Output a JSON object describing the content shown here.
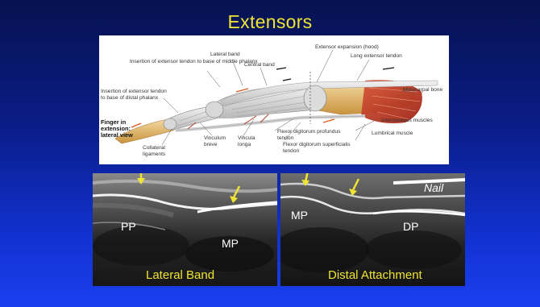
{
  "slide": {
    "title": "Extensors",
    "background_colors": [
      "#06124f",
      "#1a3ff0"
    ],
    "accent_color": "#f0e532"
  },
  "anatomy": {
    "side_title": "Finger in extension: lateral view",
    "labels": {
      "insertion_middle": "Insertion of extensor tendon to base of middle phalanx",
      "insertion_distal": "Insertion of extensor tendon to base of distal phalanx",
      "lateral_band": "Lateral band",
      "central_band": "Central band",
      "extensor_expansion": "Extensor expansion (hood)",
      "long_extensor": "Long extensor tendon",
      "metacarpal": "Metacarpal bone",
      "interosseous": "Interosseous muscles",
      "lumbrical": "Lumbrical muscle",
      "fdp": "Flexor digitorum profundus tendon",
      "fds": "Flexor digitorum superficialis tendon",
      "collateral": "Collateral ligaments",
      "vinculum_breve": "Vinculum breve",
      "vincula_longa": "Vincula longa"
    }
  },
  "ultrasound_left": {
    "label_pp": "PP",
    "label_mp": "MP",
    "caption": "Lateral Band"
  },
  "ultrasound_right": {
    "label_mp": "MP",
    "label_dp": "DP",
    "label_nail": "Nail",
    "caption": "Distal Attachment"
  }
}
